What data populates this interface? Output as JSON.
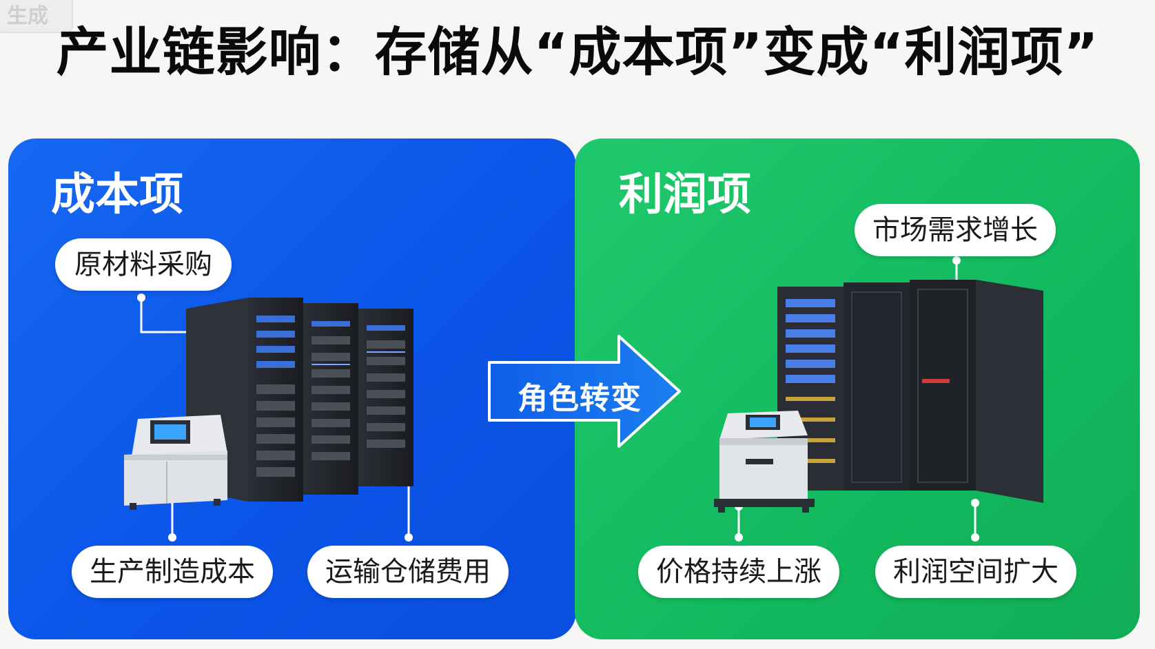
{
  "title": "产业链影响：存储从“成本项”变成“利润项”",
  "corner_tag": "生成",
  "cost_panel": {
    "title": "成本项",
    "items": [
      "原材料采购",
      "生产制造成本",
      "运输仓储费用"
    ],
    "color": "#0b55e8"
  },
  "transition": {
    "label": "角色转变"
  },
  "profit_panel": {
    "title": "利润项",
    "items": [
      "市场需求增长",
      "价格持续上涨",
      "利润空间扩大"
    ],
    "color": "#12b95e"
  }
}
